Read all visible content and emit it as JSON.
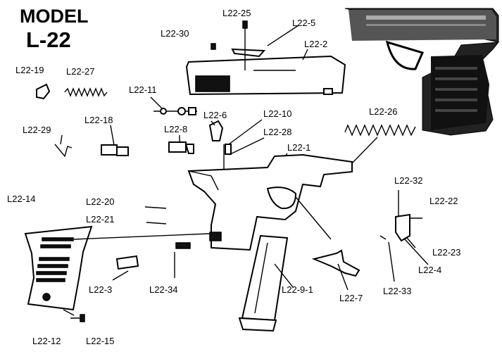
{
  "title": {
    "line1": "MODEL",
    "line2": "L-22"
  },
  "labels": {
    "l22_25": "L22-25",
    "l22_5": "L22-5",
    "l22_30": "L22-30",
    "l22_2": "L22-2",
    "l22_19": "L22-19",
    "l22_27": "L22-27",
    "l22_11": "L22-11",
    "l22_6": "L22-6",
    "l22_10": "L22-10",
    "l22_26": "L22-26",
    "l22_29": "L22-29",
    "l22_18": "L22-18",
    "l22_8": "L22-8",
    "l22_28": "L22-28",
    "l22_1": "L22-1",
    "l22_14": "L22-14",
    "l22_20": "L22-20",
    "l22_21": "L22-21",
    "l22_32": "L22-32",
    "l22_22": "L22-22",
    "l22_23": "L22-23",
    "l22_4": "L22-4",
    "l22_33": "L22-33",
    "l22_3": "L22-3",
    "l22_34": "L22-34",
    "l22_9_1": "L22-9-1",
    "l22_7": "L22-7",
    "l22_12": "L22-12",
    "l22_15": "L22-15"
  }
}
